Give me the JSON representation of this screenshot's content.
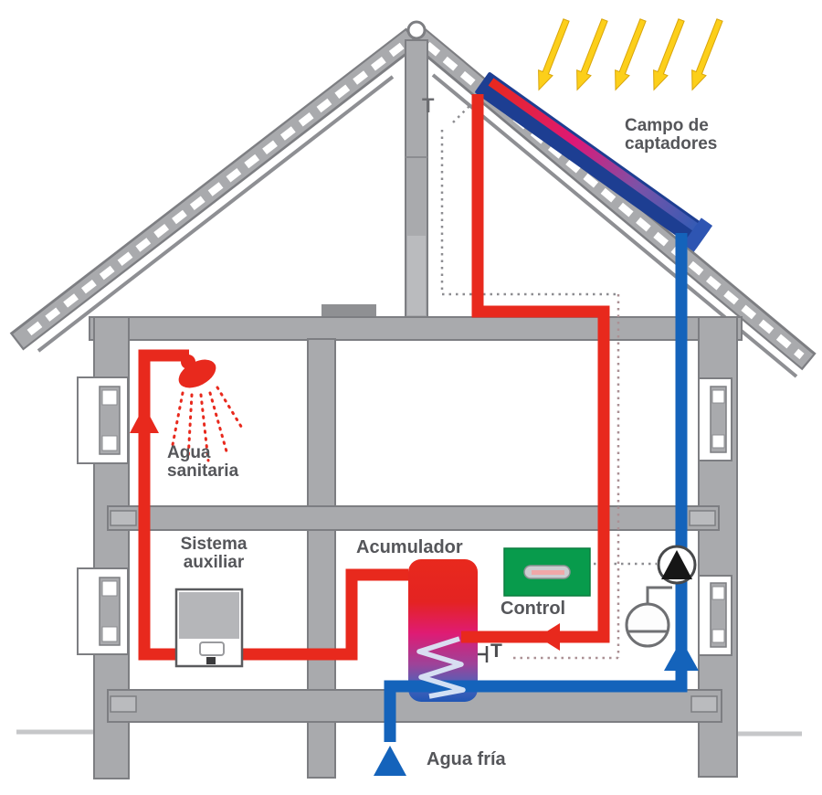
{
  "diagram": {
    "labels": {
      "collector_field": "Campo de\ncaptadores",
      "sanitary_water": "Agua\nsanitaria",
      "auxiliary_system": "Sistema\nauxiliar",
      "accumulator": "Acumulador",
      "control": "Control",
      "cold_water": "Agua fría",
      "sensor_collector": "T",
      "sensor_tank": "T"
    },
    "colors": {
      "hot_pipe": "#e8291d",
      "cold_pipe": "#1463bb",
      "collector_frame": "#1d3e92",
      "control_green": "#089b4c",
      "sun_yellow": "#fccf1a",
      "structure_gray": "#a9aaad",
      "text_gray": "#55565a"
    }
  }
}
